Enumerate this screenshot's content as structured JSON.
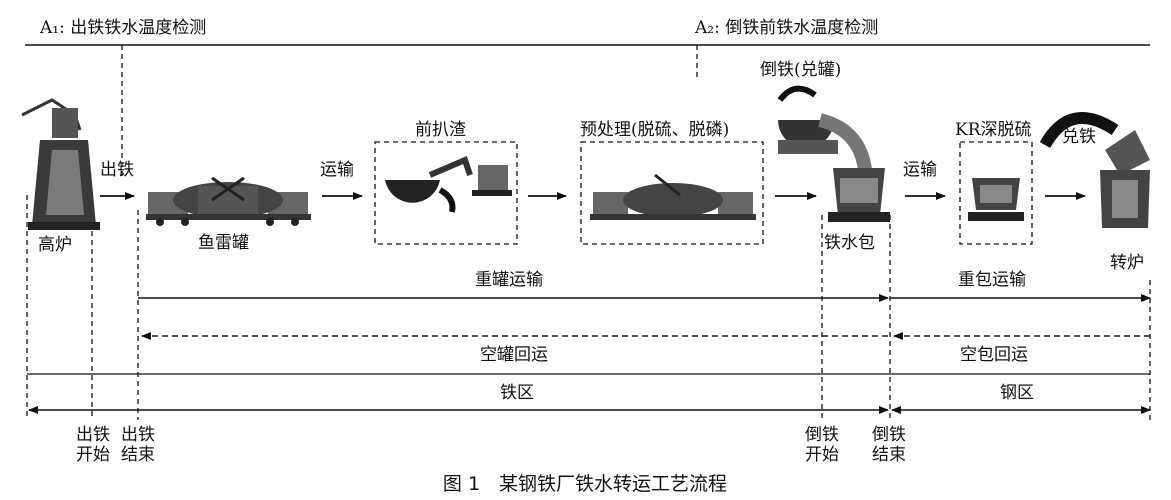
{
  "top_labels": {
    "a1": "A₁: 出铁铁水温度检测",
    "a2": "A₂: 倒铁前铁水温度检测"
  },
  "stages": {
    "blast_furnace": "高炉",
    "tapping": "出铁",
    "torpedo_car": "鱼雷罐",
    "transport_1": "运输",
    "slag_skimming": "前扒渣",
    "pretreatment": "预处理(脱硫、脱磷)",
    "pouring": "倒铁(兑罐)",
    "ladle": "铁水包",
    "transport_2": "运输",
    "kr_desulfurization": "KR深脱硫",
    "charging": "兑铁",
    "converter": "转炉"
  },
  "flows": {
    "heavy_tank_transport": "重罐运输",
    "heavy_ladle_transport": "重包运输",
    "empty_tank_return": "空罐回运",
    "empty_ladle_return": "空包回运",
    "iron_zone": "铁区",
    "steel_zone": "钢区"
  },
  "events": {
    "tap_start_1": "出铁",
    "tap_start_2": "开始",
    "tap_end_1": "出铁",
    "tap_end_2": "结束",
    "pour_start_1": "倒铁",
    "pour_start_2": "开始",
    "pour_end_1": "倒铁",
    "pour_end_2": "结束"
  },
  "caption": "图 1　某钢铁厂铁水转运工艺流程"
}
